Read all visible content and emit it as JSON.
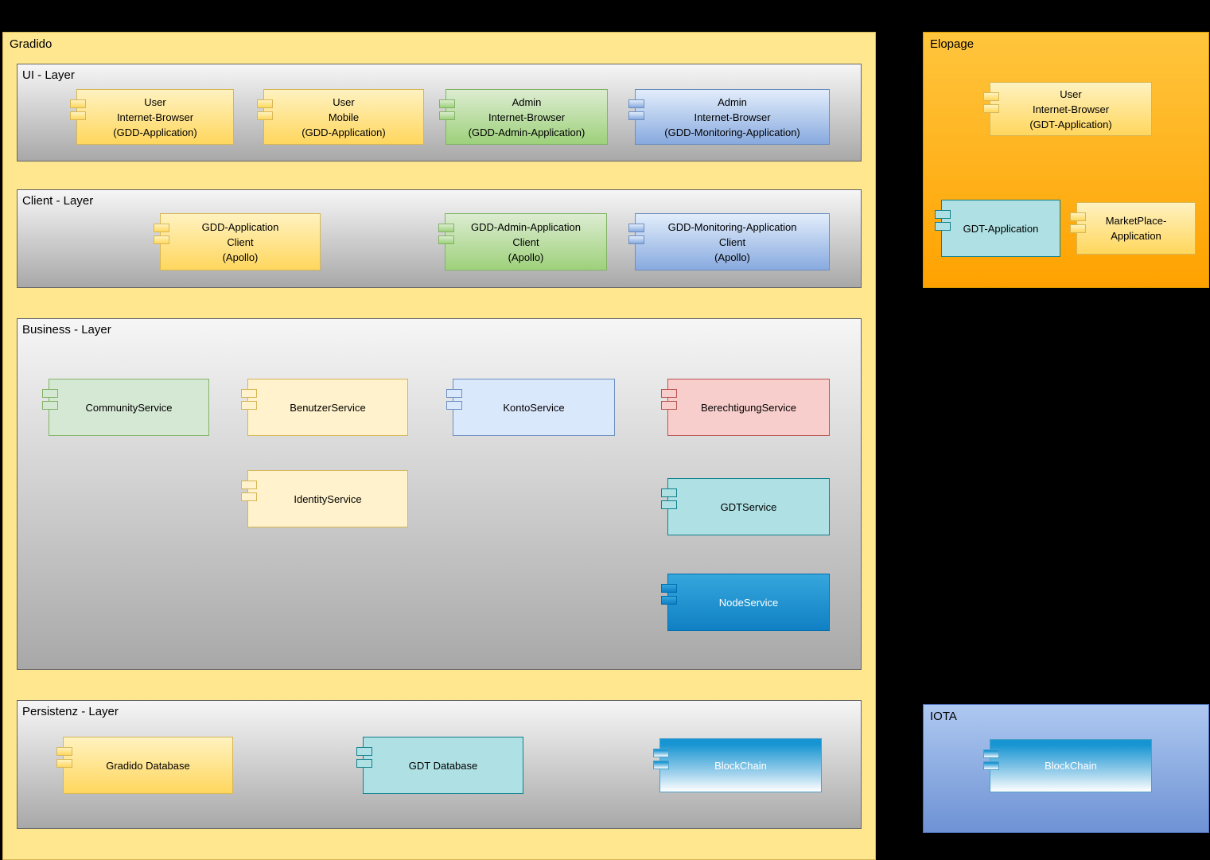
{
  "containers": {
    "gradido": {
      "label": "Gradido"
    },
    "elopage": {
      "label": "Elopage"
    },
    "iota": {
      "label": "IOTA"
    }
  },
  "layers": {
    "ui": {
      "label": "UI - Layer"
    },
    "client": {
      "label": "Client - Layer"
    },
    "business": {
      "label": "Business - Layer"
    },
    "persistenz": {
      "label": "Persistenz - Layer"
    }
  },
  "components": {
    "user_browser_gdd": {
      "label": "User\nInternet-Browser\n(GDD-Application)"
    },
    "user_mobile_gdd": {
      "label": "User\nMobile\n(GDD-Application)"
    },
    "admin_browser_gdd_admin": {
      "label": "Admin\nInternet-Browser\n(GDD-Admin-Application)"
    },
    "admin_browser_gdd_monitoring": {
      "label": "Admin\nInternet-Browser\n(GDD-Monitoring-Application)"
    },
    "gdd_application_client": {
      "label": "GDD-Application\nClient\n(Apollo)"
    },
    "gdd_admin_application_client": {
      "label": "GDD-Admin-Application\nClient\n(Apollo)"
    },
    "gdd_monitoring_application_client": {
      "label": "GDD-Monitoring-Application\nClient\n(Apollo)"
    },
    "community_service": {
      "label": "CommunityService"
    },
    "benutzer_service": {
      "label": "BenutzerService"
    },
    "konto_service": {
      "label": "KontoService"
    },
    "berechtigung_service": {
      "label": "BerechtigungService"
    },
    "identity_service": {
      "label": "IdentityService"
    },
    "gdt_service": {
      "label": "GDTService"
    },
    "node_service": {
      "label": "NodeService"
    },
    "gradido_database": {
      "label": "Gradido Database"
    },
    "gdt_database": {
      "label": "GDT Database"
    },
    "blockchain_gdd": {
      "label": "BlockChain"
    },
    "user_browser_gdt": {
      "label": "User\nInternet-Browser\n(GDT-Application)"
    },
    "gdt_application": {
      "label": "GDT-Application"
    },
    "marketplace_application": {
      "label": "MarketPlace-\nApplication"
    },
    "blockchain_iota": {
      "label": "BlockChain"
    }
  },
  "colors": {
    "background": "#000000",
    "gradido_fill": "#FFE78F",
    "elopage_fill": "#FFB020",
    "iota_fill_top": "#AEC8F0",
    "iota_fill_bottom": "#6E92D4",
    "layer_gradient_top": "#F6F6F6",
    "layer_gradient_bottom": "#A8A8A8",
    "yellow_component": "#FFD75E",
    "green_component": "#9ED17B",
    "blue_component": "#88AADF",
    "pale_yellow": "#FFF2CC",
    "pale_green": "#D5E8D4",
    "pale_blue": "#DAE8FC",
    "pale_red": "#F8CECC",
    "teal": "#AFE1E4",
    "solid_blue": "#1080C4"
  }
}
